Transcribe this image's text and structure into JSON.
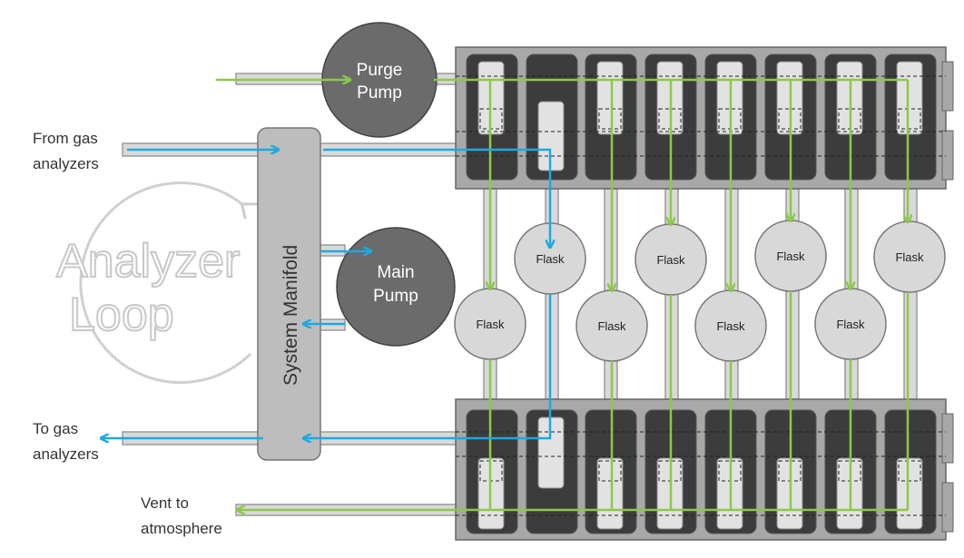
{
  "labels": {
    "from_gas_line1": "From gas",
    "from_gas_line2": "analyzers",
    "to_gas_line1": "To gas",
    "to_gas_line2": "analyzers",
    "vent_line1": "Vent to",
    "vent_line2": "atmosphere",
    "analyzer_loop_line1": "Analyzer",
    "analyzer_loop_line2": "Loop",
    "system_manifold": "System Manifold"
  },
  "purge_pump": {
    "line1": "Purge",
    "line2": "Pump"
  },
  "main_pump": {
    "line1": "Main",
    "line2": "Pump"
  },
  "flasks": [
    {
      "label": "Flask"
    },
    {
      "label": "Flask"
    },
    {
      "label": "Flask"
    },
    {
      "label": "Flask"
    },
    {
      "label": "Flask"
    },
    {
      "label": "Flask"
    },
    {
      "label": "Flask"
    },
    {
      "label": "Flask"
    }
  ],
  "colors": {
    "purge_flow": "#8cc84b",
    "analyzer_flow": "#1fa8e0",
    "pump": "#6b6b6b",
    "flask": "#d8d8d8",
    "manifold": "#bdbdbd",
    "valve_block": "#3c3c3c"
  }
}
